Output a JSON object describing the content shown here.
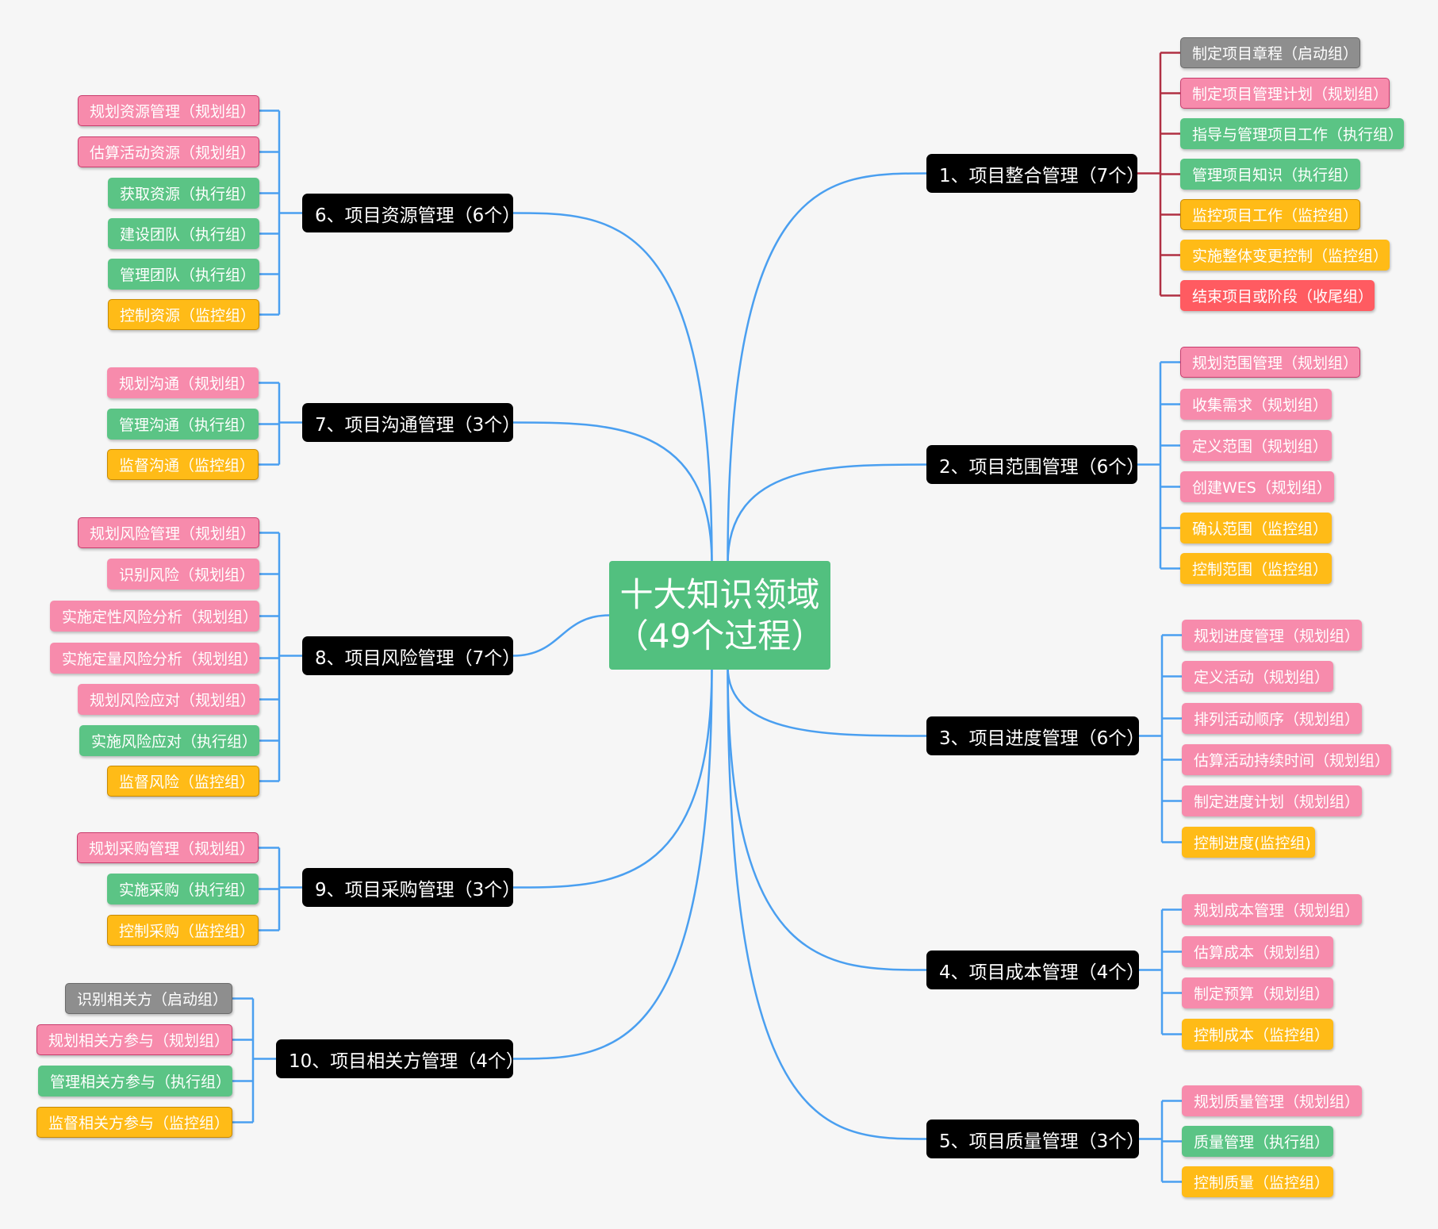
{
  "colors": {
    "planning": "#f78bac",
    "executing": "#5bc485",
    "monitoring": "#ffbb17",
    "initiating": "#8e8e8e",
    "closing": "#ff5b61",
    "branch": "#000000",
    "root": "#52c07f",
    "connector": "#4a9ff0",
    "integration_connector": "#b03043"
  },
  "root": {
    "line1": "十大知识领域",
    "line2": "（49个过程）"
  },
  "areas": [
    {
      "label": "1、项目整合管理（7个）",
      "processes": [
        {
          "label": "制定项目章程（启动组）",
          "group": "initiating"
        },
        {
          "label": "制定项目管理计划（规划组）",
          "group": "planning"
        },
        {
          "label": "指导与管理项目工作（执行组）",
          "group": "executing"
        },
        {
          "label": "管理项目知识（执行组）",
          "group": "executing"
        },
        {
          "label": "监控项目工作（监控组）",
          "group": "monitoring"
        },
        {
          "label": "实施整体变更控制（监控组）",
          "group": "monitoring"
        },
        {
          "label": "结束项目或阶段（收尾组）",
          "group": "closing"
        }
      ]
    },
    {
      "label": "2、项目范围管理（6个）",
      "processes": [
        {
          "label": "规划范围管理（规划组）",
          "group": "planning"
        },
        {
          "label": "收集需求（规划组）",
          "group": "planning"
        },
        {
          "label": "定义范围（规划组）",
          "group": "planning"
        },
        {
          "label": "创建WES（规划组）",
          "group": "planning"
        },
        {
          "label": "确认范围（监控组）",
          "group": "monitoring"
        },
        {
          "label": "控制范围（监控组）",
          "group": "monitoring"
        }
      ]
    },
    {
      "label": "3、项目进度管理（6个）",
      "processes": [
        {
          "label": "规划进度管理（规划组）",
          "group": "planning"
        },
        {
          "label": "定义活动（规划组）",
          "group": "planning"
        },
        {
          "label": "排列活动顺序（规划组）",
          "group": "planning"
        },
        {
          "label": "估算活动持续时间（规划组）",
          "group": "planning"
        },
        {
          "label": "制定进度计划（规划组）",
          "group": "planning"
        },
        {
          "label": "控制进度(监控组)",
          "group": "monitoring"
        }
      ]
    },
    {
      "label": "4、项目成本管理（4个）",
      "processes": [
        {
          "label": "规划成本管理（规划组）",
          "group": "planning"
        },
        {
          "label": "估算成本（规划组）",
          "group": "planning"
        },
        {
          "label": "制定预算（规划组）",
          "group": "planning"
        },
        {
          "label": "控制成本（监控组）",
          "group": "monitoring"
        }
      ]
    },
    {
      "label": "5、项目质量管理（3个）",
      "processes": [
        {
          "label": "规划质量管理（规划组）",
          "group": "planning"
        },
        {
          "label": "质量管理（执行组）",
          "group": "executing"
        },
        {
          "label": "控制质量（监控组）",
          "group": "monitoring"
        }
      ]
    },
    {
      "label": "6、项目资源管理（6个）",
      "processes": [
        {
          "label": "规划资源管理（规划组）",
          "group": "planning"
        },
        {
          "label": "估算活动资源（规划组）",
          "group": "planning"
        },
        {
          "label": "获取资源（执行组）",
          "group": "executing"
        },
        {
          "label": "建设团队（执行组）",
          "group": "executing"
        },
        {
          "label": "管理团队（执行组）",
          "group": "executing"
        },
        {
          "label": "控制资源（监控组）",
          "group": "monitoring"
        }
      ]
    },
    {
      "label": "7、项目沟通管理（3个）",
      "processes": [
        {
          "label": "规划沟通（规划组）",
          "group": "planning"
        },
        {
          "label": "管理沟通（执行组）",
          "group": "executing"
        },
        {
          "label": "监督沟通（监控组）",
          "group": "monitoring"
        }
      ]
    },
    {
      "label": "8、项目风险管理（7个）",
      "processes": [
        {
          "label": "规划风险管理（规划组）",
          "group": "planning"
        },
        {
          "label": "识别风险（规划组）",
          "group": "planning"
        },
        {
          "label": "实施定性风险分析（规划组）",
          "group": "planning"
        },
        {
          "label": "实施定量风险分析（规划组）",
          "group": "planning"
        },
        {
          "label": "规划风险应对（规划组）",
          "group": "planning"
        },
        {
          "label": "实施风险应对（执行组）",
          "group": "executing"
        },
        {
          "label": "监督风险（监控组）",
          "group": "monitoring"
        }
      ]
    },
    {
      "label": "9、项目采购管理（3个）",
      "processes": [
        {
          "label": "规划采购管理（规划组）",
          "group": "planning"
        },
        {
          "label": "实施采购（执行组）",
          "group": "executing"
        },
        {
          "label": "控制采购（监控组）",
          "group": "monitoring"
        }
      ]
    },
    {
      "label": "10、项目相关方管理（4个）",
      "processes": [
        {
          "label": "识别相关方（启动组）",
          "group": "initiating"
        },
        {
          "label": "规划相关方参与（规划组）",
          "group": "planning"
        },
        {
          "label": "管理相关方参与（执行组）",
          "group": "executing"
        },
        {
          "label": "监督相关方参与（监控组）",
          "group": "monitoring"
        }
      ]
    }
  ]
}
